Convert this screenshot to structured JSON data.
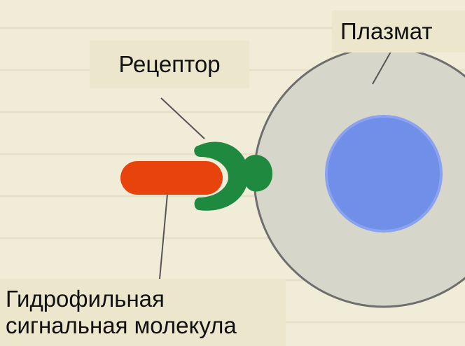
{
  "labels": {
    "receptor": "Рецептор",
    "membrane": "Плазмат",
    "molecule_line1": "Гидрофильная",
    "molecule_line2": "сигнальная молекула"
  },
  "colors": {
    "background": "#f1ecd8",
    "label_box": "#ece6cd",
    "cell": "#d7d6cb",
    "cell_outline": "#6e6e6e",
    "nucleus": "#6f8fe8",
    "receptor": "#1f8a3f",
    "signal_molecule": "#e8430d",
    "leader_line": "#555555"
  }
}
